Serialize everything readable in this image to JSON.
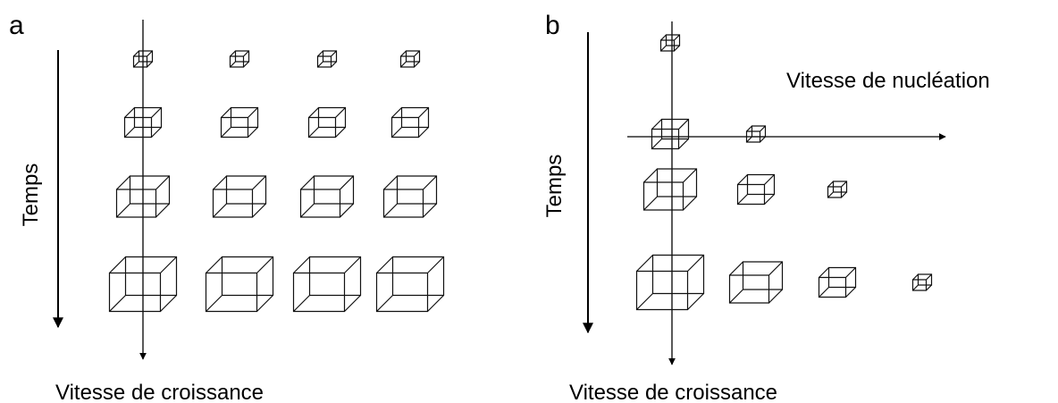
{
  "panel_a": {
    "label": "a",
    "y_axis_label": "Temps",
    "x_axis_label": "Vitesse de croissance",
    "rows": [
      {
        "cube_scale": [
          1,
          1,
          1,
          1
        ]
      },
      {
        "cube_scale": [
          2,
          2,
          2,
          2
        ]
      },
      {
        "cube_scale": [
          3,
          3,
          3,
          3
        ]
      },
      {
        "cube_scale": [
          4,
          4,
          4,
          4
        ]
      }
    ]
  },
  "panel_b": {
    "label": "b",
    "y_axis_label": "Temps",
    "x_axis_label": "Vitesse de croissance",
    "horizontal_axis_label": "Vitesse de nucléation",
    "rows": [
      {
        "cube_scale": [
          1
        ]
      },
      {
        "cube_scale": [
          2,
          1
        ]
      },
      {
        "cube_scale": [
          3,
          2,
          1
        ]
      },
      {
        "cube_scale": [
          4,
          3,
          2,
          1
        ]
      }
    ]
  }
}
